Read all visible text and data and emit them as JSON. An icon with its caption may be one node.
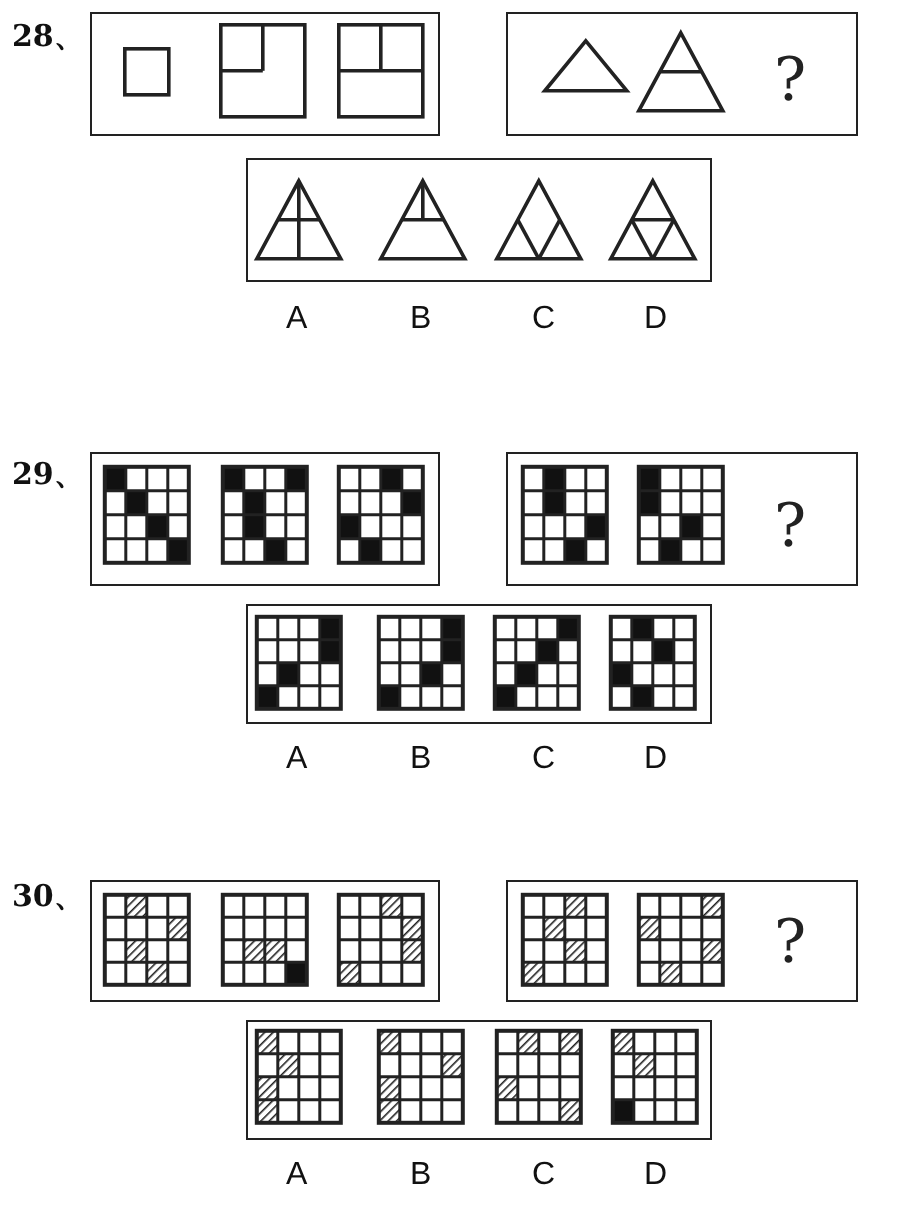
{
  "diagram": {
    "nodes": [
      {
        "text": [],
        "shape": "box"
      },
      {
        "text": [
          "?"
        ]
      },
      {
        "text": [],
        "shape": "box"
      },
      {
        "text": [],
        "shape": "box"
      },
      {
        "text": [
          "?"
        ]
      },
      {
        "text": [],
        "shape": "box"
      },
      {
        "text": [],
        "shape": "box"
      },
      {
        "text": [
          "?"
        ]
      },
      {
        "text": [],
        "shape": "box"
      }
    ],
    "labels": [
      "28、",
      "A",
      "B",
      "C",
      "D",
      "29、",
      "A",
      "B",
      "C",
      "D",
      "30、",
      "A",
      "B",
      "C",
      "D"
    ]
  }
}
